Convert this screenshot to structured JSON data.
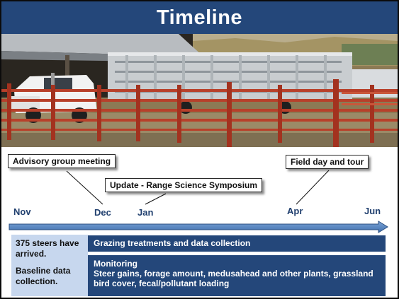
{
  "title": "Timeline",
  "callouts": {
    "advisory": "Advisory group meeting",
    "field_day": "Field day and tour",
    "symposium": "Update - Range Science Symposium"
  },
  "months": {
    "nov": "Nov",
    "dec": "Dec",
    "jan": "Jan",
    "apr": "Apr",
    "jun": "Jun"
  },
  "left_box": {
    "line1": "375 steers have arrived.",
    "line2": "Baseline data collection."
  },
  "bands": {
    "grazing": "Grazing treatments and data collection",
    "monitoring_title": "Monitoring",
    "monitoring_body": "Steer gains, forage amount, medusahead and other plants, grassland bird cover, fecal/pollutant loading"
  },
  "colors": {
    "title_bar": "#24477a",
    "band": "#24477a",
    "left_box": "#c7d7ee",
    "month_text": "#21406f",
    "arrow": "#4f81bd"
  }
}
